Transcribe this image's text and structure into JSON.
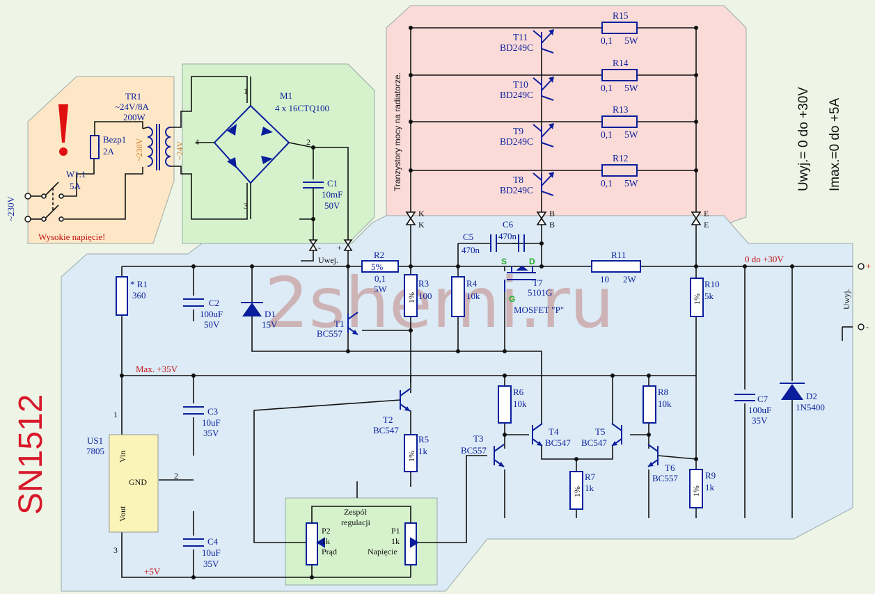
{
  "title": "SN1512",
  "watermark": "2shemi.ru",
  "specs": {
    "voltage": "Uwyj.= 0 do +30V",
    "current": "Imax.=0 do +5A"
  },
  "colors": {
    "mains_zone": "#fde7c6",
    "rectifier_zone": "#d5f2cc",
    "power_zone": "#fadbd8",
    "regulator_zone": "#dcebf6",
    "control_zone": "#d5f2cc",
    "component": "#0a1e9c",
    "warning": "#c21414"
  },
  "mains": {
    "input": "~230V",
    "warning": "Wysokie napięcie!",
    "switch": {
      "name": "W1.1",
      "rating": "5A"
    },
    "fuse": {
      "name": "Bezp1",
      "rating": "2A"
    },
    "transformer": {
      "name": "TR1",
      "spec": "~24V/8A",
      "power": "200W",
      "primary": "~230V",
      "secondary": "~24V"
    }
  },
  "bridge": {
    "name": "M1",
    "part": "4 x 16CTQ100",
    "pins": [
      "1",
      "2",
      "3",
      "4"
    ]
  },
  "c1": {
    "name": "C1",
    "value": "10mF",
    "voltage": "50V"
  },
  "uwej": "Uwej.",
  "power_zone_label": "Tranzystory mocy na radiatorze.",
  "power_transistors": [
    {
      "name": "T11",
      "part": "BD249C",
      "r": "R15",
      "rv": "0,1",
      "rw": "5W"
    },
    {
      "name": "T10",
      "part": "BD249C",
      "r": "R14",
      "rv": "0,1",
      "rw": "5W"
    },
    {
      "name": "T9",
      "part": "BD249C",
      "r": "R13",
      "rv": "0,1",
      "rw": "5W"
    },
    {
      "name": "T8",
      "part": "BD249C",
      "r": "R12",
      "rv": "0,1",
      "rw": "5W"
    }
  ],
  "connector_labels": {
    "k": "K",
    "b": "B",
    "e": "E",
    "plus": "+",
    "minus": "-"
  },
  "components": {
    "r1": {
      "name": "* R1",
      "value": "360"
    },
    "c2": {
      "name": "C2",
      "value": "100uF",
      "voltage": "50V"
    },
    "d1": {
      "name": "D1",
      "value": "15V"
    },
    "r2": {
      "name": "R2",
      "tol": "5%",
      "value": "0,1",
      "power": "5W"
    },
    "t1": {
      "name": "T1",
      "part": "BC557"
    },
    "r3": {
      "name": "R3",
      "tol": "1%",
      "value": "100"
    },
    "r4": {
      "name": "R4",
      "value": "10k"
    },
    "c5": {
      "name": "C5",
      "value": "470n"
    },
    "c6": {
      "name": "C6",
      "value": "470n"
    },
    "t7": {
      "name": "T7",
      "part": "5101G",
      "type": "MOSFET \"P\"",
      "s": "S",
      "d": "D",
      "g": "G"
    },
    "r11": {
      "name": "R11",
      "value": "10",
      "power": "2W"
    },
    "r10": {
      "name": "R10",
      "tol": "1%",
      "value": "5k"
    },
    "c7": {
      "name": "C7",
      "value": "100uF",
      "voltage": "35V"
    },
    "d2": {
      "name": "D2",
      "part": "1N5400"
    },
    "c3": {
      "name": "C3",
      "value": "10uF",
      "voltage": "35V"
    },
    "c4": {
      "name": "C4",
      "value": "10uF",
      "voltage": "35V"
    },
    "us1": {
      "name": "US1",
      "part": "7805",
      "vin": "Vin",
      "gnd": "GND",
      "vout": "Vout",
      "pin1": "1",
      "pin2": "2",
      "pin3": "3"
    },
    "t2": {
      "name": "T2",
      "part": "BC547"
    },
    "r5": {
      "name": "R5",
      "tol": "1%",
      "value": "1k"
    },
    "t3": {
      "name": "T3",
      "part": "BC557"
    },
    "r6": {
      "name": "R6",
      "value": "10k"
    },
    "t4": {
      "name": "T4",
      "part": "BC547"
    },
    "t5": {
      "name": "T5",
      "part": "BC547"
    },
    "r7": {
      "name": "R7",
      "tol": "1%",
      "value": "1k"
    },
    "r8": {
      "name": "R8",
      "value": "10k"
    },
    "t6": {
      "name": "T6",
      "part": "BC557"
    },
    "r9": {
      "name": "R9",
      "tol": "1%",
      "value": "1k"
    }
  },
  "rails": {
    "max": "Max. +35V",
    "plus5": "+5V",
    "out": "0 do +30V",
    "uwyj": "Uwyj."
  },
  "regulation": {
    "title": "Zespół regulacji",
    "p2": {
      "name": "P2",
      "value": "1k",
      "func": "Prąd"
    },
    "p1": {
      "name": "P1",
      "value": "1k",
      "func": "Napięcie"
    }
  }
}
